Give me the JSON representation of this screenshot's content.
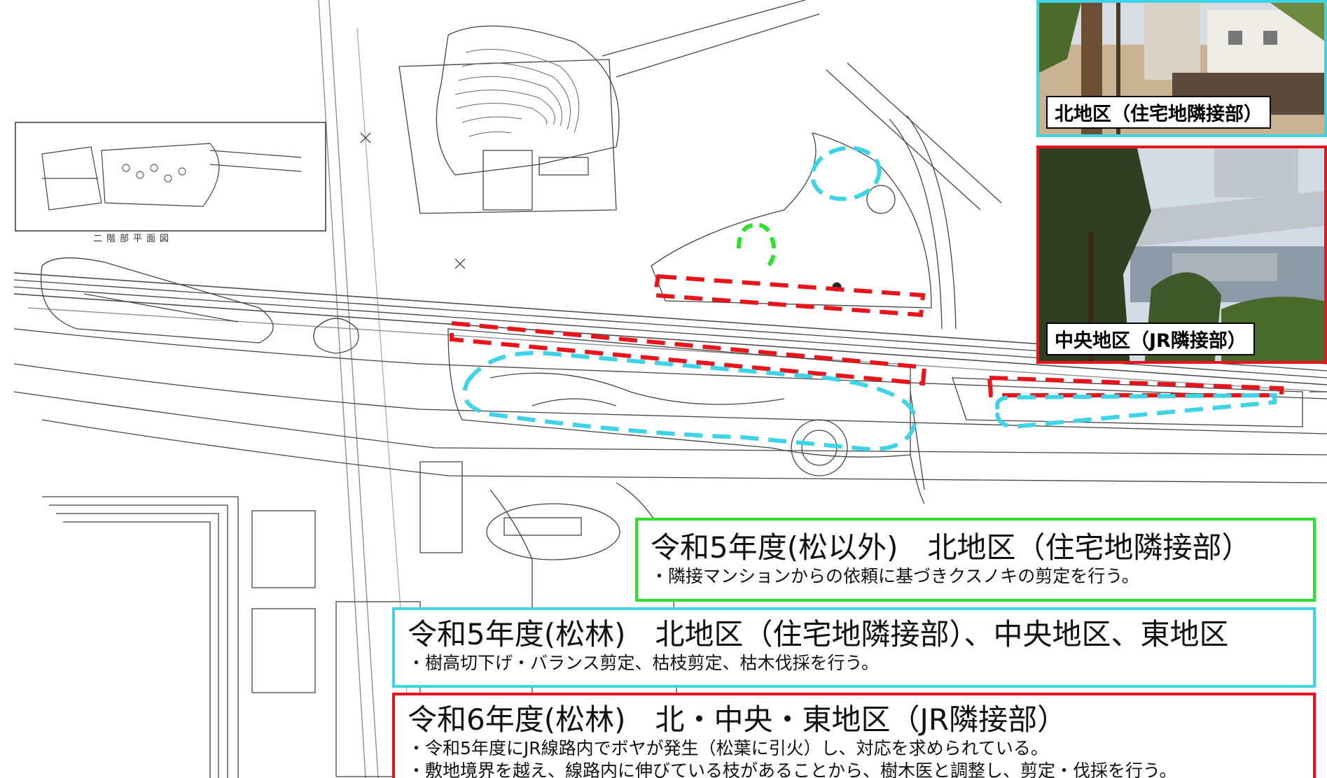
{
  "inset_caption": "二階部平面図",
  "photos": [
    {
      "caption": "北地区（住宅地隣接部）",
      "border_color": "#3fd3e6"
    },
    {
      "caption": "中央地区（JR隣接部）",
      "border_color": "#e8141b"
    }
  ],
  "legends": [
    {
      "title": "令和5年度(松以外)　北地区（住宅地隣接部）",
      "lines": [
        "・隣接マンションからの依頼に基づきクスノキの剪定を行う。"
      ],
      "border_color": "#2de02d"
    },
    {
      "title": "令和5年度(松林)　北地区（住宅地隣接部）、中央地区、東地区",
      "lines": [
        "・樹高切下げ・バランス剪定、枯枝剪定、枯木伐採を行う。"
      ],
      "border_color": "#3fd3e6"
    },
    {
      "title": "令和6年度(松林)　北・中央・東地区（JR隣接部）",
      "lines": [
        "・令和5年度にJR線路内でボヤが発生（松葉に引火）し、対応を求められている。",
        "・敷地境界を越え、線路内に伸びている枝があることから、樹木医と調整し、剪定・伐採を行う。"
      ],
      "border_color": "#e8141b"
    }
  ],
  "colors": {
    "green": "#2de02d",
    "cyan": "#3fd3e6",
    "red": "#e8141b",
    "line": "#333333"
  }
}
